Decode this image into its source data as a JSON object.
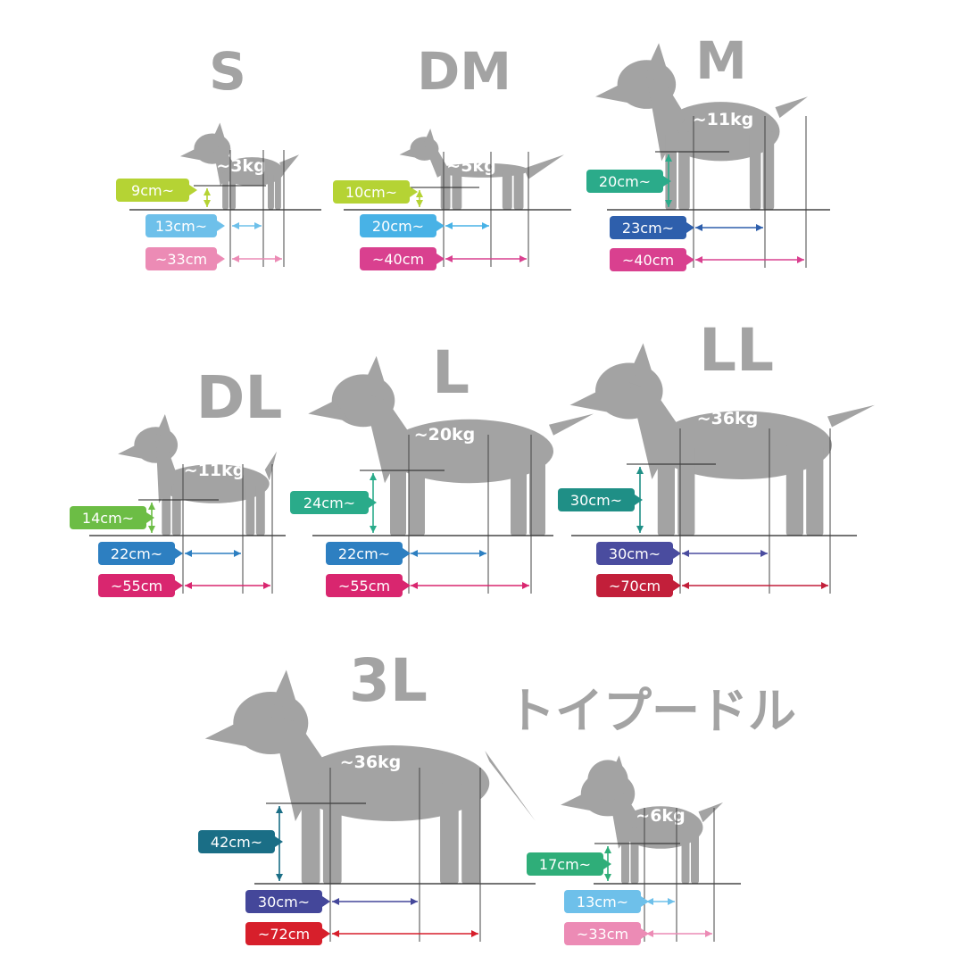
{
  "sizes": [
    {
      "id": "s",
      "title": "S",
      "weight": "~3kg",
      "height": "9cm~",
      "width": "13cm~",
      "length": "~33cm",
      "colors": {
        "height": "#b5d334",
        "width": "#6ec0ea",
        "length": "#ec8bb5"
      }
    },
    {
      "id": "dm",
      "title": "DM",
      "weight": "~5kg",
      "height": "10cm~",
      "width": "20cm~",
      "length": "~40cm",
      "colors": {
        "height": "#b5d334",
        "width": "#48b2e6",
        "length": "#d9408f"
      }
    },
    {
      "id": "m",
      "title": "M",
      "weight": "~11kg",
      "height": "20cm~",
      "width": "23cm~",
      "length": "~40cm",
      "colors": {
        "height": "#2bab8a",
        "width": "#2e5fac",
        "length": "#d9408f"
      }
    },
    {
      "id": "dl",
      "title": "DL",
      "weight": "~11kg",
      "height": "14cm~",
      "width": "22cm~",
      "length": "~55cm",
      "colors": {
        "height": "#6cbd45",
        "width": "#2d7fc1",
        "length": "#d9266f"
      }
    },
    {
      "id": "l",
      "title": "L",
      "weight": "~20kg",
      "height": "24cm~",
      "width": "22cm~",
      "length": "~55cm",
      "colors": {
        "height": "#2aab8a",
        "width": "#2d7fc1",
        "length": "#d9266f"
      }
    },
    {
      "id": "ll",
      "title": "LL",
      "weight": "~36kg",
      "height": "30cm~",
      "width": "30cm~",
      "length": "~70cm",
      "colors": {
        "height": "#1f8f86",
        "width": "#4a4c9f",
        "length": "#c21f3a"
      }
    },
    {
      "id": "3l",
      "title": "3L",
      "weight": "~36kg",
      "height": "42cm~",
      "width": "30cm~",
      "length": "~72cm",
      "colors": {
        "height": "#1a6e86",
        "width": "#44479a",
        "length": "#d71f2b"
      }
    },
    {
      "id": "toy-poodle",
      "title": "トイプードル",
      "weight": "~6kg",
      "height": "17cm~",
      "width": "13cm~",
      "length": "~33cm",
      "colors": {
        "height": "#2fae79",
        "width": "#6ec0ea",
        "length": "#ec8bb5"
      }
    }
  ],
  "silhouette_color": "#a3a3a3"
}
